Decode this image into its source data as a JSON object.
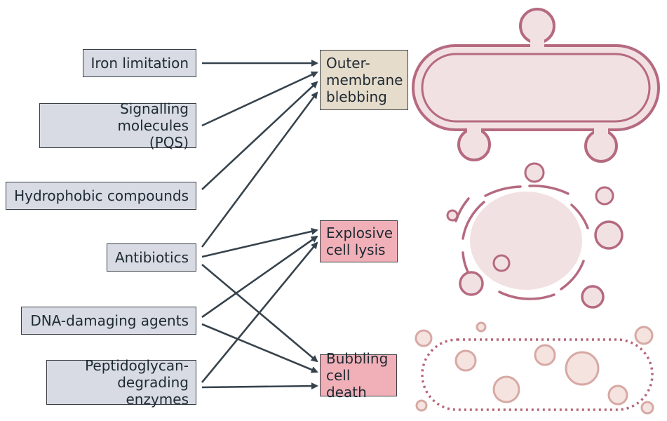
{
  "causes": [
    {
      "id": "iron",
      "label": "Iron limitation"
    },
    {
      "id": "pqs",
      "label": "Signalling molecules\n(PQS)"
    },
    {
      "id": "hydro",
      "label": "Hydrophobic compounds"
    },
    {
      "id": "abx",
      "label": "Antibiotics"
    },
    {
      "id": "dna",
      "label": "DNA-damaging agents"
    },
    {
      "id": "pg",
      "label": "Peptidoglycan-\ndegrading enzymes"
    }
  ],
  "outcomes": [
    {
      "id": "omb",
      "label": "Outer-\nmembrane\nblebbing"
    },
    {
      "id": "ecl",
      "label": "Explosive\ncell lysis"
    },
    {
      "id": "bcd",
      "label": "Bubbling\ncell death"
    }
  ],
  "links": [
    [
      "iron",
      "omb"
    ],
    [
      "pqs",
      "omb"
    ],
    [
      "hydro",
      "omb"
    ],
    [
      "abx",
      "omb"
    ],
    [
      "abx",
      "ecl"
    ],
    [
      "dna",
      "ecl"
    ],
    [
      "pg",
      "ecl"
    ],
    [
      "abx",
      "bcd"
    ],
    [
      "dna",
      "bcd"
    ],
    [
      "pg",
      "bcd"
    ]
  ],
  "colors": {
    "cause_fill": "#d8dbe4",
    "omb_fill": "#e6dccb",
    "lysis_fill": "#f1b0b8",
    "arrow": "#37434c",
    "membrane": "#b56a80",
    "cell_fill": "#f2e1e2",
    "vesicle": "#d7a9a4",
    "vesicle_fill": "#f5e3e0",
    "dotted": "#b5667a"
  }
}
